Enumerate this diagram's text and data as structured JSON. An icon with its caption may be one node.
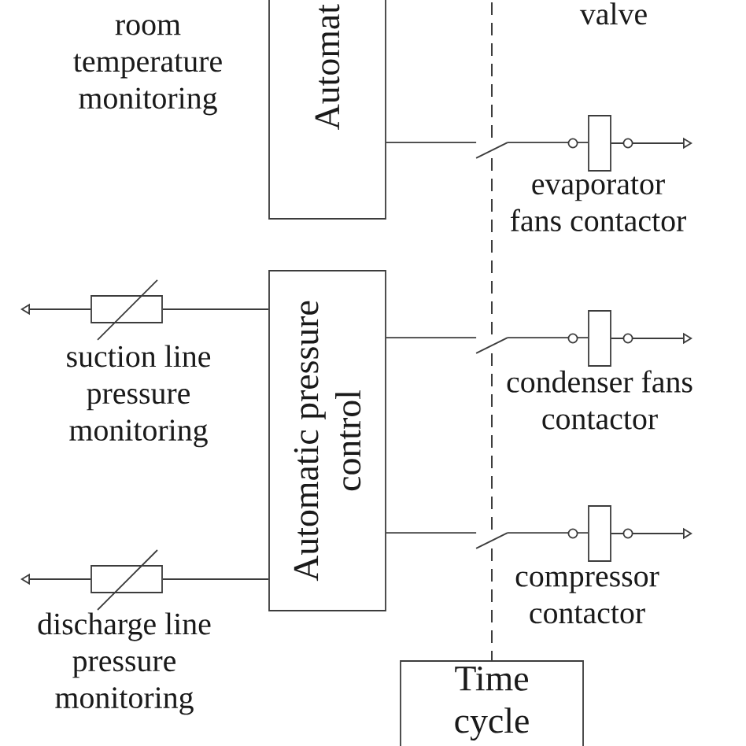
{
  "diagram": {
    "nodes": [
      {
        "text": [
          "Automat"
        ]
      },
      {
        "text": [],
        "shape": "switch"
      },
      {
        "text": [],
        "shape": "box",
        "beside": [
          "evaporator fans contactor"
        ]
      },
      {
        "text": [
          "Automatic pressure control"
        ]
      },
      {
        "text": [],
        "shape": "resistor",
        "beside": [
          "suction line pressure monitoring"
        ]
      },
      {
        "text": [],
        "shape": "switch"
      },
      {
        "text": [],
        "shape": "box",
        "beside": [
          "condenser fans contactor"
        ]
      },
      {
        "text": [],
        "shape": "switch"
      },
      {
        "text": [],
        "shape": "box",
        "beside": [
          "compressor contactor"
        ]
      },
      {
        "text": [],
        "shape": "resistor",
        "beside": [
          "discharge line pressure monitoring"
        ]
      },
      {
        "text": [
          "Time cycle"
        ]
      }
    ],
    "edges": [
      {
        "from": 0,
        "to": 1,
        "arrow": "none"
      },
      {
        "from": 1,
        "to": 2,
        "arrow": "none"
      },
      {
        "from": 2,
        "to": null,
        "arrow": "to"
      },
      {
        "from": 4,
        "to": null,
        "arrow": "to"
      },
      {
        "from": 4,
        "to": 3,
        "arrow": "none"
      },
      {
        "from": 3,
        "to": 5,
        "arrow": "none"
      },
      {
        "from": 5,
        "to": 6,
        "arrow": "none"
      },
      {
        "from": 6,
        "to": null,
        "arrow": "to"
      },
      {
        "from": 3,
        "to": 7,
        "arrow": "none"
      },
      {
        "from": 7,
        "to": 8,
        "arrow": "none"
      },
      {
        "from": 8,
        "to": null,
        "arrow": "to"
      },
      {
        "from": 9,
        "to": null,
        "arrow": "to"
      },
      {
        "from": 9,
        "to": 3,
        "arrow": "none"
      },
      {
        "from": null,
        "to": 1,
        "arrow": "none",
        "style": "dashed"
      },
      {
        "from": 1,
        "to": 5,
        "arrow": "none",
        "style": "dashed"
      },
      {
        "from": 5,
        "to": 7,
        "arrow": "none",
        "style": "dashed"
      },
      {
        "from": 7,
        "to": 10,
        "arrow": "none",
        "style": "dashed"
      }
    ],
    "labels": [
      "room temperature monitoring",
      "valve"
    ]
  }
}
